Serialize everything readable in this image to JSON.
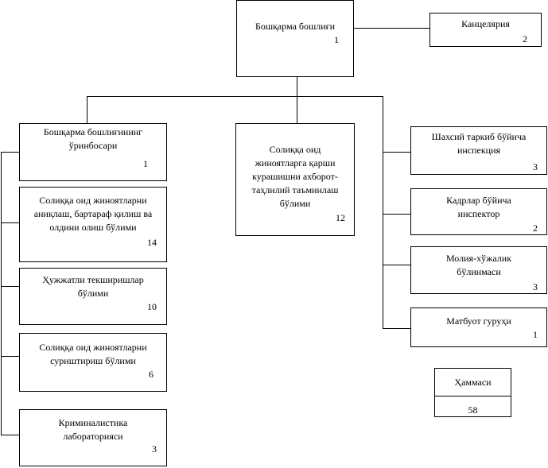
{
  "head": {
    "label": "Бошқарма бошлиғи",
    "count": "1"
  },
  "chancellery": {
    "label": "Канцелярия",
    "count": "2"
  },
  "left_units": [
    {
      "label": "Бошқарма бошлиғининг\nўринбосари",
      "count": "1"
    },
    {
      "label": "Солиққа оид жиноятларни\nаниқлаш, бартараф қилиш ва\nолдини олиш бўлими",
      "count": "14"
    },
    {
      "label": "Ҳужжатли текширишлар\nбўлими",
      "count": "10"
    },
    {
      "label": "Солиққа оид жиноятларни\nсуриштириш бўлими",
      "count": "6"
    },
    {
      "label": "Криминалистика\nлабораторияси",
      "count": "3"
    }
  ],
  "center_unit": {
    "label": "Солиққа оид\nжиноятларга қарши\nкурашишни ахборот-\nтаҳлилий таъминлаш\nбўлими",
    "count": "12"
  },
  "right_units": [
    {
      "label": "Шахсий таркиб бўйича\nинспекция",
      "count": "3"
    },
    {
      "label": "Кадрлар бўйича\nинспектор",
      "count": "2"
    },
    {
      "label": "Молия-хўжалик\nбўлинмаси",
      "count": "3"
    },
    {
      "label": "Матбуот гуруҳи",
      "count": "1"
    }
  ],
  "total": {
    "label": "Ҳаммаси",
    "count": "58"
  }
}
